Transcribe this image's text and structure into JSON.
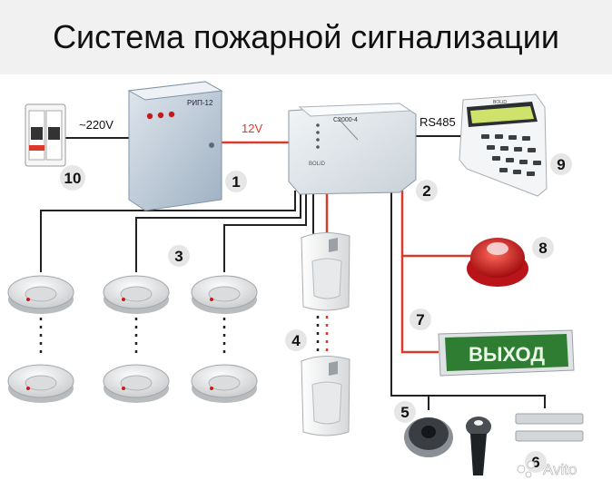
{
  "title": "Система пожарной сигнализации",
  "wire_labels": {
    "mains": "~220V",
    "power": "12V",
    "bus": "RS485"
  },
  "device_text": {
    "psu": "РИП-12",
    "panel": "С2000-4",
    "panel_brand": "BOLID",
    "keypad": "BOLID"
  },
  "exit_sign": "ВЫХОД",
  "numbers": [
    "1",
    "2",
    "3",
    "4",
    "5",
    "6",
    "7",
    "8",
    "9",
    "10"
  ],
  "watermark": "Avito",
  "colors": {
    "power_wire": "#d93a2b",
    "signal_wire": "#222222",
    "exit_green": "#2f7d32",
    "siren_red": "#d9191c"
  }
}
